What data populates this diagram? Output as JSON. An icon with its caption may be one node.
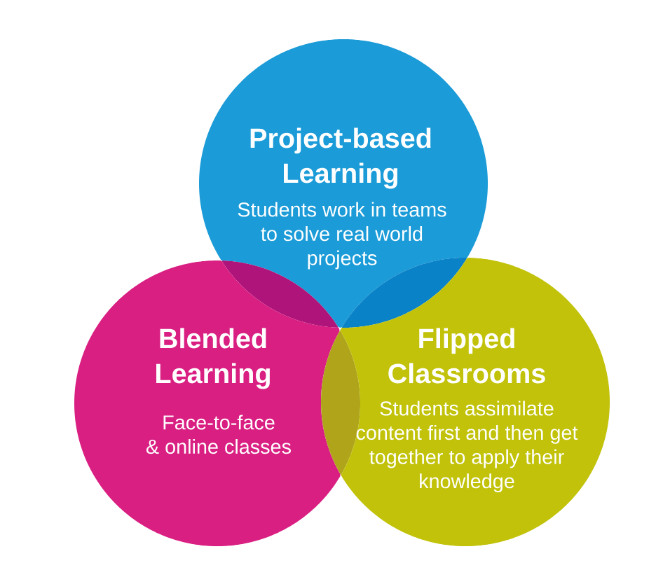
{
  "diagram": {
    "nodes": [
      {
        "text": [
          "Project-based Learning",
          "Students work in teams to solve real world projects"
        ]
      },
      {
        "text": [
          "Blended Learning",
          "Face-to-face & online classes"
        ]
      },
      {
        "text": [
          "Flipped Classrooms",
          "Students assimilate content first and then get together to apply their knowledge"
        ]
      }
    ]
  }
}
